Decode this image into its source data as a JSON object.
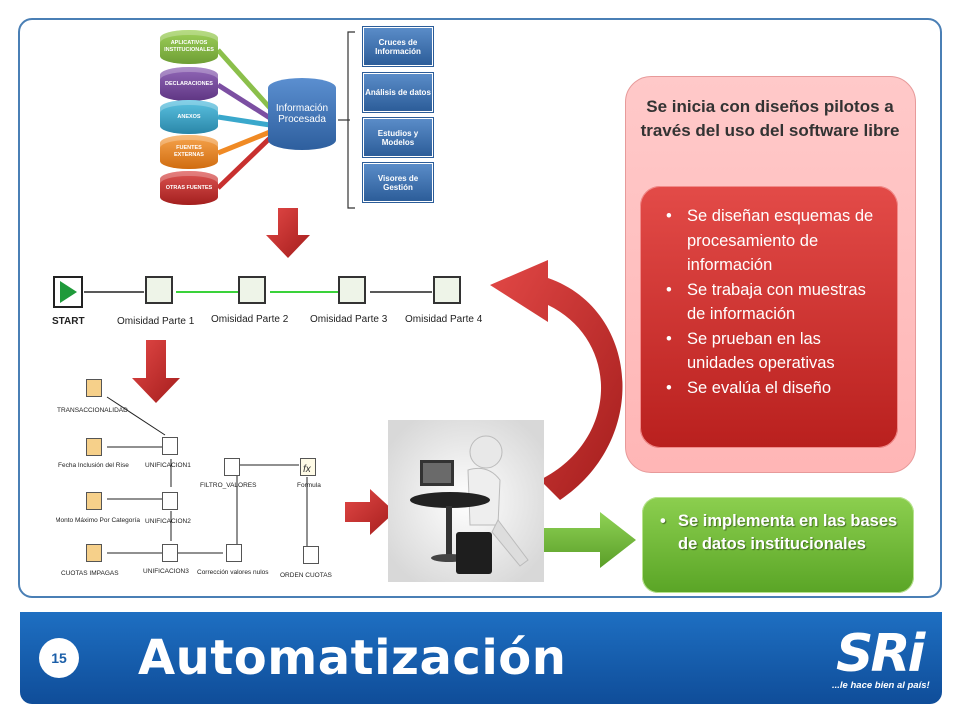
{
  "slide": {
    "page_number": "15",
    "title": "Automatización"
  },
  "brand": {
    "logo_text": "SRi",
    "slogan": "...le hace bien al país!",
    "accent_color": "#1a5ea8"
  },
  "sources": [
    {
      "label": "APLICATIVOS INSTITUCIONALES",
      "color": "#8bbf4b"
    },
    {
      "label": "DECLARACIONES",
      "color": "#7c4fa2"
    },
    {
      "label": "ANEXOS",
      "color": "#3aa8cc"
    },
    {
      "label": "FUENTES EXTERNAS",
      "color": "#f08a24"
    },
    {
      "label": "OTRAS FUENTES",
      "color": "#c8302f"
    }
  ],
  "central": {
    "label": "Información Procesada"
  },
  "outputs": [
    {
      "label": "Cruces de Información"
    },
    {
      "label": "Análisis de datos"
    },
    {
      "label": "Estudios y Modelos"
    },
    {
      "label": "Visores de Gestión"
    }
  ],
  "flow": {
    "start": "START",
    "steps": [
      "Omisidad Parte 1",
      "Omisidad Parte 2",
      "Omisidad Parte 3",
      "Omisidad Parte 4"
    ]
  },
  "transform": {
    "inputs": [
      "TRANSACCIONALIDAD",
      "Fecha Inclusión del Rise",
      "Monto Máximo Por Categoría",
      "CUOTAS IMPAGAS"
    ],
    "unifications": [
      "UNIFICACION1",
      "UNIFICACION2",
      "UNIFICACION3"
    ],
    "filter": "FILTRO_VALORES",
    "formula": "Formula",
    "nulls": "Corrección valores nulos",
    "order": "ORDEN CUOTAS"
  },
  "pilot": {
    "title": "Se inicia con diseños pilotos a través del uso del software libre",
    "bullets": [
      "Se diseñan esquemas de procesamiento de información",
      "Se trabaja con muestras de información",
      "Se prueban en las unidades operativas",
      "Se evalúa el diseño"
    ]
  },
  "implementation": {
    "text": "Se implementa en las bases de datos institucionales"
  },
  "colors": {
    "arrow_red": "#c62f2f",
    "arrow_green": "#6cb53a",
    "panel_pink": "#ffc0c0",
    "box_red": "#d13634",
    "box_green": "#74bf3d"
  }
}
